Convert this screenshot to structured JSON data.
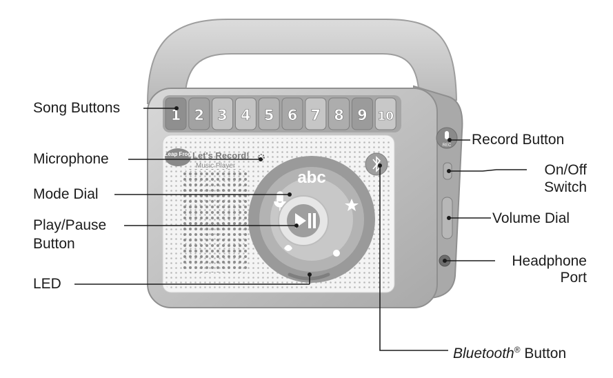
{
  "device": {
    "brand_logo": "Leap Frog",
    "product_name_line1": "Let's Record!",
    "product_name_line2": "Music Player",
    "trademark": "™",
    "song_button_numbers": [
      "1",
      "2",
      "3",
      "4",
      "5",
      "6",
      "7",
      "8",
      "9",
      "10"
    ],
    "mode_dial_text": "abc",
    "record_button_text": "REC"
  },
  "labels": {
    "song_buttons": "Song Buttons",
    "microphone": "Microphone",
    "mode_dial": "Mode Dial",
    "play_pause_line1": "Play/Pause",
    "play_pause_line2": "Button",
    "led": "LED",
    "record_button": "Record Button",
    "on_off_line1": "On/Off",
    "on_off_line2": "Switch",
    "volume_dial": "Volume Dial",
    "headphone_line1": "Headphone",
    "headphone_line2": "Port",
    "bluetooth_word": "Bluetooth",
    "bluetooth_reg": "®",
    "bluetooth_rest": " Button"
  },
  "colors": {
    "body": "#c9c9c9",
    "body_dark": "#9a9a9a",
    "panel": "#f3f3f3",
    "leader_line": "#1b1b1b"
  }
}
